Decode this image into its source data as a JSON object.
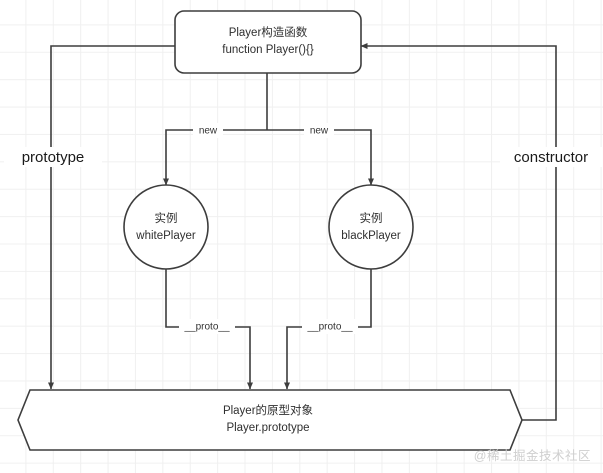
{
  "diagram": {
    "title_node": {
      "line1": "Player构造函数",
      "line2": "function Player(){}"
    },
    "instances": [
      {
        "line1": "实例",
        "line2": "whitePlayer"
      },
      {
        "line1": "实例",
        "line2": "blackPlayer"
      }
    ],
    "prototype_node": {
      "line1": "Player的原型对象",
      "line2": "Player.prototype"
    },
    "edge_labels": {
      "new_left": "new",
      "new_right": "new",
      "proto_left": "__proto__",
      "proto_right": "__proto__"
    },
    "side_labels": {
      "left": "prototype",
      "right": "constructor"
    },
    "colors": {
      "stroke": "#3d3d3d",
      "text": "#2f2f2f",
      "grid": "#f0f0f0",
      "background": "#ffffff",
      "watermark": "#cfcfcf"
    }
  },
  "watermark": {
    "text": "@稀土掘金技术社区"
  }
}
